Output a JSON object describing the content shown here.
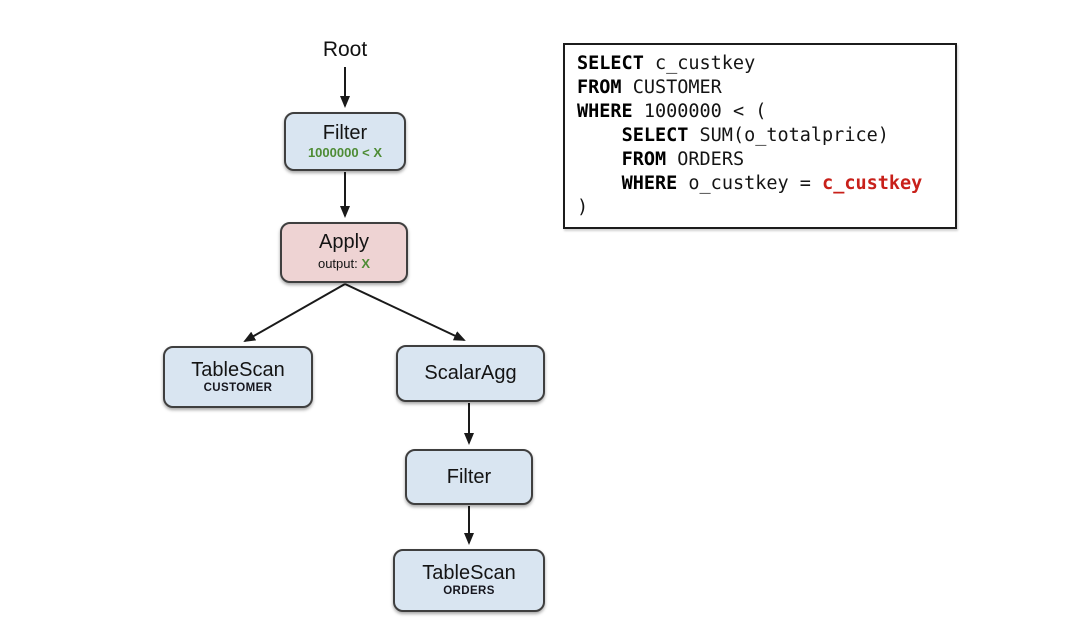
{
  "colors": {
    "node_blue": "#d9e5f1",
    "node_pink": "#eed3d3",
    "node_border": "#3f3f3f",
    "green": "#4e8c35",
    "red": "#c8201a",
    "arrow": "#1a1a1a"
  },
  "diagram": {
    "root_label": "Root",
    "nodes": {
      "filter_outer": {
        "label": "Filter",
        "sublabel": "1000000 < X"
      },
      "apply": {
        "label": "Apply",
        "sublabel_prefix": "output: ",
        "sublabel_var": "X"
      },
      "tablescan_customer": {
        "label": "TableScan",
        "sublabel": "CUSTOMER"
      },
      "scalaragg": {
        "label": "ScalarAgg"
      },
      "filter_inner": {
        "label": "Filter"
      },
      "tablescan_orders": {
        "label": "TableScan",
        "sublabel": "ORDERS"
      }
    }
  },
  "sql": {
    "lines": [
      {
        "kw": "SELECT",
        "rest": " c_custkey"
      },
      {
        "kw": "FROM",
        "rest": " CUSTOMER"
      },
      {
        "kw": "WHERE",
        "rest": " 1000000 < ("
      },
      {
        "indent": "    ",
        "kw": "SELECT",
        "rest": " SUM(o_totalprice)"
      },
      {
        "indent": "    ",
        "kw": "FROM",
        "rest": " ORDERS"
      },
      {
        "indent": "    ",
        "kw": "WHERE",
        "rest": " o_custkey = ",
        "highlight": "c_custkey"
      },
      {
        "rest": ")"
      }
    ]
  }
}
